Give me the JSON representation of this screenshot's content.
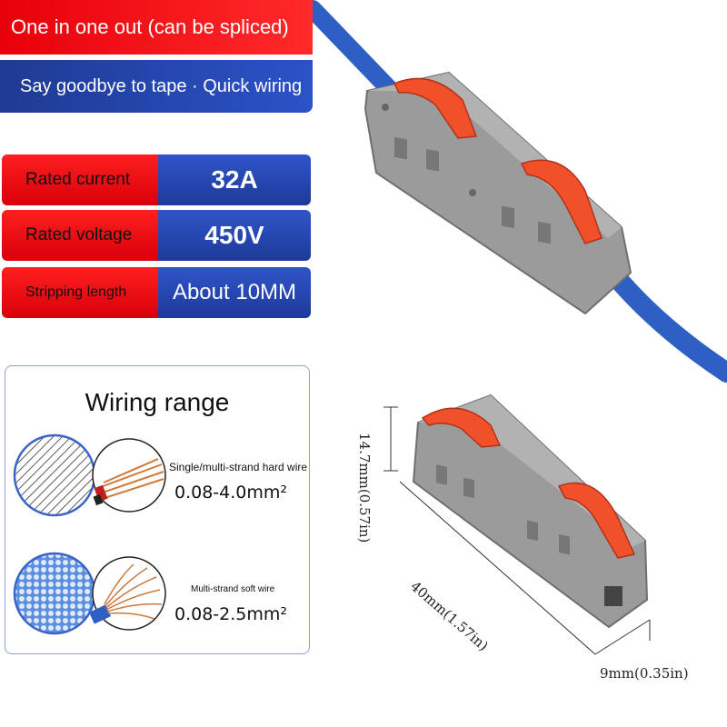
{
  "header": {
    "title": "One in one out (can be spliced)",
    "subtitle": "Say goodbye to tape · Quick wiring"
  },
  "specs": [
    {
      "label": "Rated current",
      "value": "32A"
    },
    {
      "label": "Rated voltage",
      "value": "450V"
    },
    {
      "label": "Stripping length",
      "value": "About 10MM"
    }
  ],
  "wiring": {
    "title": "Wiring range",
    "hard_wire": {
      "caption": "Single/multi-strand hard wire",
      "range": "0.08-4.0mm²"
    },
    "soft_wire": {
      "caption": "Multi-strand soft wire",
      "range": "0.08-2.5mm²"
    }
  },
  "dimensions": {
    "height": "14.7mm(0.57in)",
    "length": "40mm(1.57in)",
    "width": "9mm(0.35in)"
  },
  "colors": {
    "red": "#e8000b",
    "blue": "#1f3a93",
    "connector_gray": "#9a9a9a",
    "lever_orange": "#f0502a",
    "wire_blue": "#2d5fc4"
  }
}
